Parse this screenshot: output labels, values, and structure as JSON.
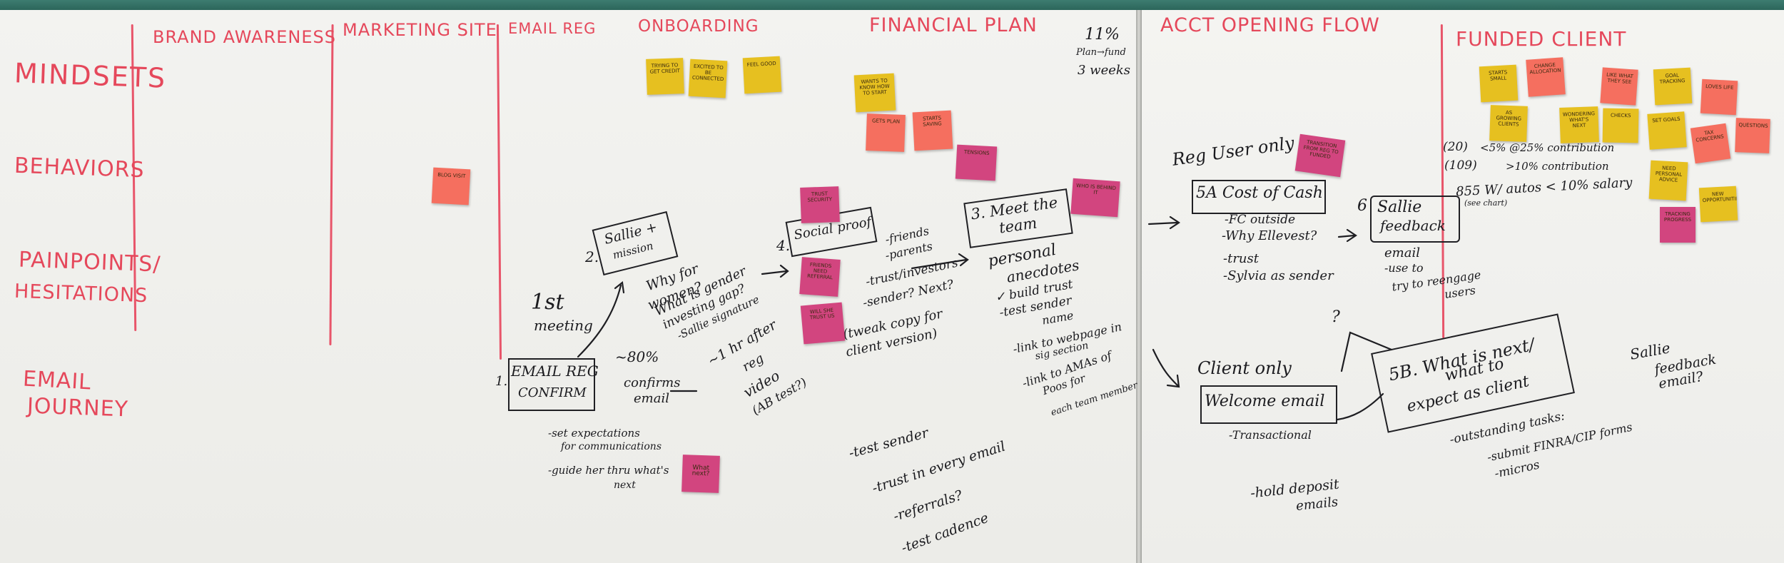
{
  "colors": {
    "marker_red": "#e5485b",
    "ink": "#1b1b1f",
    "sticky_yellow": "#e6c020",
    "sticky_orange": "#f56f5f",
    "sticky_pink": "#d2457f"
  },
  "rows": {
    "mindsets": "MINDSETS",
    "behaviors": "BEHAVIORS",
    "painpoints": "PAINPOINTS/",
    "hesitations": "HESITATIONS",
    "email": "EMAIL",
    "journey": "JOURNEY"
  },
  "columns": {
    "brand_awareness": "BRAND AWARENESS",
    "marketing_site": "MARKETING SITE",
    "email_reg": "EMAIL REG",
    "onboarding": "ONBOARDING",
    "financial_plan": "FINANCIAL PLAN",
    "acct_opening_flow": "ACCT OPENING FLOW",
    "funded_client": "FUNDED CLIENT"
  },
  "notes_left": {
    "pct_11": "11%",
    "plan_to_fund": "Plan→fund",
    "three_weeks": "3 weeks",
    "step1_num": "1.",
    "email_reg_line1": "EMAIL REG",
    "email_reg_line2": "CONFIRM",
    "first_meeting_1": "1st",
    "first_meeting_2": "meeting",
    "step2_num": "2.",
    "sallie_mission_1": "Sallie +",
    "sallie_mission_2": "mission",
    "why_for": "Why for",
    "women": "women?",
    "what_is_gender": "What is gender",
    "investing_gap": "investing gap?",
    "sallie_signature": "-Sallie signature",
    "eighty_pct": "~80%",
    "confirms_1": "confirms",
    "confirms_2": "email",
    "one_hr_after": "~1 hr after",
    "reg": "reg",
    "video": "video",
    "ab_test": "(AB test?)",
    "step4": "4.",
    "social_proof": "Social proof",
    "friends": "-friends",
    "parents": "-parents",
    "trust_investors": "-trust/investors",
    "sender_next": "-sender? Next?",
    "tweak_1": "(tweak copy for",
    "tweak_2": "client version)",
    "step3_1": "3. Meet the",
    "step3_2": "team",
    "personal": "personal",
    "anecdotes": "anecdotes",
    "build_trust": "✓ build trust",
    "test_sender": "-test sender",
    "name": "name",
    "link_webpage": "-link to webpage in",
    "sig_section": "sig section",
    "link_ama": "-link to AMAs of",
    "poo_for": "Poos for",
    "each_team": "each team member",
    "set_expect_1": "-set expectations",
    "set_expect_2": "for communications",
    "guide_1": "-guide her thru what's",
    "guide_2": "next",
    "test_sender_b": "-test sender",
    "trust_every": "-trust in every email",
    "referrals": "-referrals?",
    "test_cadence": "-test cadence"
  },
  "notes_right": {
    "reg_user_only": "Reg User only",
    "sa_cost": "5A Cost of Cash",
    "fc_outside": "-FC outside",
    "why_ellevest": "-Why Ellevest?",
    "trust": "-trust",
    "sylvia": "-Sylvia as sender",
    "step6": "6",
    "sallie_feedback_1": "Sallie",
    "sallie_feedback_2": "feedback",
    "email_use": "email",
    "use_to": "-use to",
    "try_reengage": "try to reengage",
    "users": "users",
    "client_only": "Client only",
    "welcome": "Welcome email",
    "transactional": "-Transactional",
    "hold_deposit_1": "-hold deposit",
    "hold_deposit_2": "emails",
    "question": "?",
    "step5b_1": "5B. What is next/",
    "step5b_2": "what to",
    "step5b_3": "expect as client",
    "outstanding": "-outstanding tasks:",
    "submit_finra": "-submit FINRA/CIP forms",
    "micros": "-micros",
    "sallie_feedback_email_1": "Sallie",
    "sallie_feedback_email_2": "feedback",
    "sallie_feedback_email_3": "email?",
    "count_20": "(20)",
    "lt5": "<5% @25% contribution",
    "count_109": "(109)",
    "gt10": ">10% contribution",
    "count_855": "855 W/ autos < 10% salary",
    "see_chart": "(see chart)"
  },
  "stickies": [
    {
      "id": "onb-1",
      "color": "y",
      "text": "TRYING TO GET CREDIT"
    },
    {
      "id": "onb-2",
      "color": "y",
      "text": "EXCITED TO BE CONNECTED"
    },
    {
      "id": "onb-3",
      "color": "y",
      "text": "FEEL GOOD"
    },
    {
      "id": "fp-1",
      "color": "y",
      "text": "WANTS TO KNOW HOW TO START"
    },
    {
      "id": "fp-2",
      "color": "o",
      "text": "GETS PLAN"
    },
    {
      "id": "fp-3",
      "color": "o",
      "text": "STARTS SAVING"
    },
    {
      "id": "fp-4",
      "color": "p",
      "text": "TENSIONS"
    },
    {
      "id": "mk-1",
      "color": "o",
      "text": "BLOG VISIT"
    },
    {
      "id": "sp-1",
      "color": "p",
      "text": "TRUST SECURITY"
    },
    {
      "id": "sp-2",
      "color": "p",
      "text": "FRIENDS NEED REFERRAL"
    },
    {
      "id": "sp-3",
      "color": "p",
      "text": "WILL SHE TRUST US"
    },
    {
      "id": "mt-1",
      "color": "p",
      "text": "WHO IS BEHIND IT"
    },
    {
      "id": "er-1",
      "color": "p",
      "text": "What next?"
    },
    {
      "id": "ao-1",
      "color": "p",
      "text": "TRANSITION FROM REG TO FUNDED"
    },
    {
      "id": "fc-1",
      "color": "y",
      "text": "STARTS SMALL"
    },
    {
      "id": "fc-2",
      "color": "o",
      "text": "CHANGE ALLOCATION"
    },
    {
      "id": "fc-3",
      "color": "o",
      "text": "LIKE WHAT THEY SEE"
    },
    {
      "id": "fc-4",
      "color": "y",
      "text": "GOAL TRACKING"
    },
    {
      "id": "fc-5",
      "color": "o",
      "text": "LOVES LIFE"
    },
    {
      "id": "fc-6",
      "color": "y",
      "text": "AS GROWING CLIENTS"
    },
    {
      "id": "fc-7",
      "color": "y",
      "text": "WONDERING WHAT'S NEXT"
    },
    {
      "id": "fc-8",
      "color": "y",
      "text": "CHECKS"
    },
    {
      "id": "fc-9",
      "color": "y",
      "text": "SET GOALS"
    },
    {
      "id": "fc-10",
      "color": "o",
      "text": "TAX CONCERNS"
    },
    {
      "id": "fc-11",
      "color": "o",
      "text": "QUESTIONS"
    },
    {
      "id": "fc-12",
      "color": "y",
      "text": "NEED PERSONAL ADVICE"
    },
    {
      "id": "fc-13",
      "color": "y",
      "text": "NEW OPPORTUNITIES"
    },
    {
      "id": "fc-14",
      "color": "p",
      "text": "TRACKING PROGRESS"
    }
  ]
}
